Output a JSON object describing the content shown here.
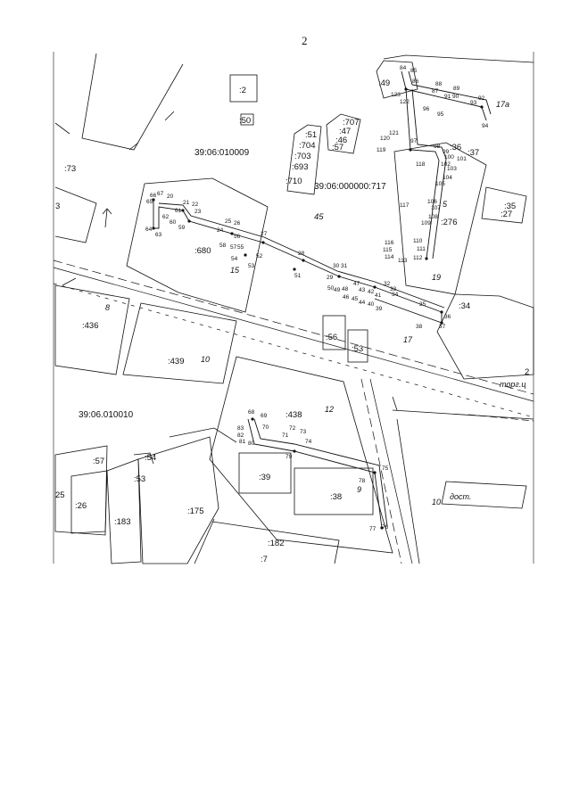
{
  "page_number": "2",
  "quarters": {
    "q1": "39:06:010009",
    "q2": "39:06:000000:717",
    "q3": "39:06.010010"
  },
  "parcels": {
    "p2": ":2",
    "p50": ":50",
    "p73": ":73",
    "p3": "3",
    "p51": ":51",
    "p704": ":704",
    "p703": ":703",
    "p693": ":693",
    "p710": ":710",
    "p707": ":707",
    "p47": ":47",
    "p46": ":46",
    "p57a": ":57",
    "p49": ":49",
    "p36": ":36",
    "p37": ":37",
    "p35": ":35",
    "p27": ":27",
    "p276": ":276",
    "p680": ":680",
    "p45": "45",
    "p436": ":436",
    "p439": ":439",
    "p56": ":56",
    "p53a": ":53",
    "p34": ":34",
    "p438": ":438",
    "p57b": ":57",
    "p54": ":54",
    "p53b": ":53",
    "p26": ":26",
    "p183": ":183",
    "p175": ":175",
    "p39": ":39",
    "p38": ":38",
    "p182": ":182",
    "p7": ":7",
    "p25": "25",
    "p2right": "2",
    "h15": "15",
    "h19": "19",
    "h8": "8",
    "h10": "10",
    "h17": "17",
    "h12": "12",
    "h17a": "17a",
    "h5": "5",
    "h9": "9",
    "h10b": "10",
    "trc": "торг.ц",
    "dost": "дост."
  },
  "pts": {
    "n20": "20",
    "n21": "21",
    "n22": "22",
    "n23": "23",
    "n24": "24",
    "n25": "25",
    "n26": "26",
    "n27": "27",
    "n28": "28",
    "n29": "29",
    "n30": "30",
    "n31": "31",
    "n32": "32",
    "n33": "33",
    "n34": "34",
    "n35": "35",
    "n36": "36",
    "n37": "37",
    "n38": "38",
    "n39": "39",
    "n40": "40",
    "n41": "41",
    "n42": "42",
    "n43": "43",
    "n44": "44",
    "n45": "45",
    "n46": "46",
    "n47": "47",
    "n48": "48",
    "n49": "49",
    "n50": "50",
    "n51": "51",
    "n52": "52",
    "n53": "53",
    "n54": "54",
    "n55": "55",
    "n56": "56",
    "n57": "57",
    "n58": "58",
    "n59": "59",
    "n60": "60",
    "n61": "61",
    "n62": "62",
    "n63": "63",
    "n64": "64",
    "n65": "65",
    "n66": "66",
    "n67": "67",
    "n68": "68",
    "n69": "69",
    "n70": "70",
    "n71": "71",
    "n72": "72",
    "n73": "73",
    "n74": "74",
    "n75": "75",
    "n76": "76",
    "n77": "77",
    "n78": "78",
    "n79": "79",
    "n80": "80",
    "n81": "81",
    "n82": "82",
    "n83": "83",
    "n84": "84",
    "n85": "85",
    "n86": "86",
    "n87": "87",
    "n88": "88",
    "n89": "89",
    "n90": "90",
    "n91": "91",
    "n92": "92",
    "n93": "93",
    "n94": "94",
    "n95": "95",
    "n96": "96",
    "n97": "97",
    "n98": "98",
    "n99": "99",
    "n100": "100",
    "n101": "101",
    "n102": "102",
    "n103": "103",
    "n104": "104",
    "n105": "105",
    "n106": "106",
    "n107": "107",
    "n108": "108",
    "n109": "109",
    "n110": "110",
    "n111": "111",
    "n112": "112",
    "n113": "113",
    "n114": "114",
    "n115": "115",
    "n116": "116",
    "n117": "117",
    "n118": "118",
    "n119": "119",
    "n120": "120",
    "n121": "121",
    "n122": "122",
    "n123": "123"
  }
}
